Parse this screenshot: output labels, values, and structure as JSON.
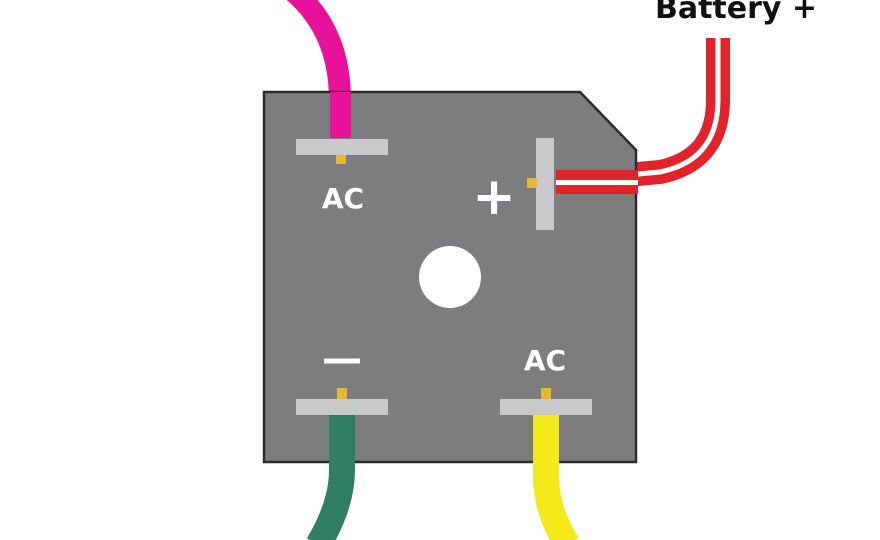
{
  "labels": {
    "battery_positive": "Battery +",
    "ac_top": "AC",
    "ac_bottom": "AC",
    "positive": "+",
    "negative": "—"
  },
  "colors": {
    "body": "#7d7d7f",
    "body_stroke": "#2b2b2b",
    "terminal": "#c9c9cb",
    "pin": "#e6b833",
    "wire_magenta": "#e8119a",
    "wire_red": "#e3232b",
    "wire_stripe": "#ffffff",
    "wire_green": "#2e7d64",
    "wire_yellow": "#f4ea1a",
    "label_text": "#ffffff",
    "title_text": "#111111"
  }
}
